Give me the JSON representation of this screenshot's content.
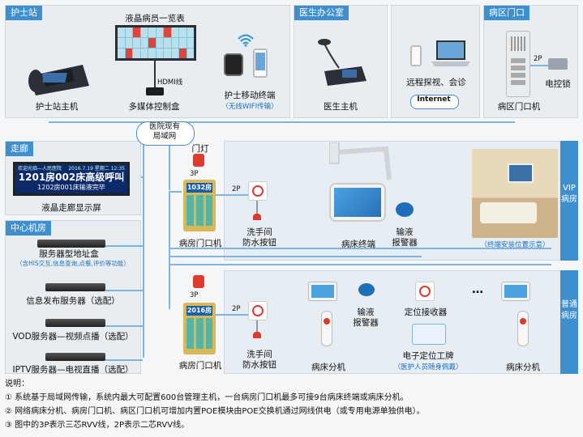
{
  "panels": {
    "nurse_station": "护士站",
    "doctor_office": "医生办公室",
    "ward_door": "病区门口",
    "corridor": "走廊",
    "server_room": "中心机房",
    "vip_ward": "VIP\n病房",
    "normal_ward": "普通\n病房"
  },
  "devices": {
    "nurse_host": "护士站主机",
    "lcd_overview": "液晶病员一览表",
    "hdmi": "HDMI线",
    "media_box": "多媒体控制盒",
    "mobile_terminal": "护士移动终端",
    "mobile_terminal_sub": "（无线WIFI传输）",
    "doctor_host": "医生主机",
    "remote": "远程探视、会诊",
    "internet": "Internet",
    "ward_door_host": "病区门口机",
    "lock": "电控锁",
    "lock_wire": "2P",
    "lan": "医院现有\n局域网",
    "corridor_screen_line1": "1201房002床高级呼叫",
    "corridor_screen_line2": "1202房001床输液完毕",
    "corridor_screen_top": "欢迎光临—人民医院",
    "corridor_screen_date": "2016.7.19 星期二 12:35",
    "corridor_display": "液晶走廊显示屏",
    "server_addr": "服务器型地址盒",
    "server_addr_sub": "（含HIS交互,信息查询,点餐,评价等功能）",
    "info_server": "信息发布服务器（选配）",
    "vod_server": "VOD服务器—视频点播（选配）",
    "iptv_server": "IPTV服务器—电视直播（选配）",
    "door_light": "门灯",
    "wire_3p_top": "3P",
    "wire_2p_top": "2P",
    "room_door_top_num": "1032房",
    "room_door_top": "病房门口机",
    "wash_button_top": "洗手间\n防水按钮",
    "bed_terminal": "病床终端",
    "infusion_alarm_top": "输液\n报警器",
    "install_hint": "（终端安装位置示意）",
    "wire_3p_bot": "3P",
    "wire_2p_bot": "2P",
    "room_door_bot_num": "2016房",
    "room_door_bot": "病房门口机",
    "wash_button_bot": "洗手间\n防水按钮",
    "bed_ext_1": "病床分机",
    "infusion_alarm_bot": "输液\n报警器",
    "locator": "定位接收器",
    "locator_tag": "电子定位工牌",
    "locator_tag_sub": "（医护人员随身佩戴）",
    "ellipsis": "…",
    "bed_ext_2": "病床分机"
  },
  "notes": {
    "title": "说明：",
    "items": [
      "① 系统基于局域网传输，系统内最大可配置600台管理主机，一台病房门口机最多可接9台病床终端或病床分机。",
      "② 网络病床分机、病房门口机、病区门口机可增加内置POE模块由POE交换机通过网线供电（或专用电源单独供电）。",
      "③ 图中的3P表示三芯RVV线，2P表示二芯RVV线。"
    ]
  },
  "colors": {
    "panel_title": "#3f8fcf",
    "line": "#7fb4df",
    "accent_blue": "#1c6fbd",
    "alarm_red": "#e03a2f"
  }
}
